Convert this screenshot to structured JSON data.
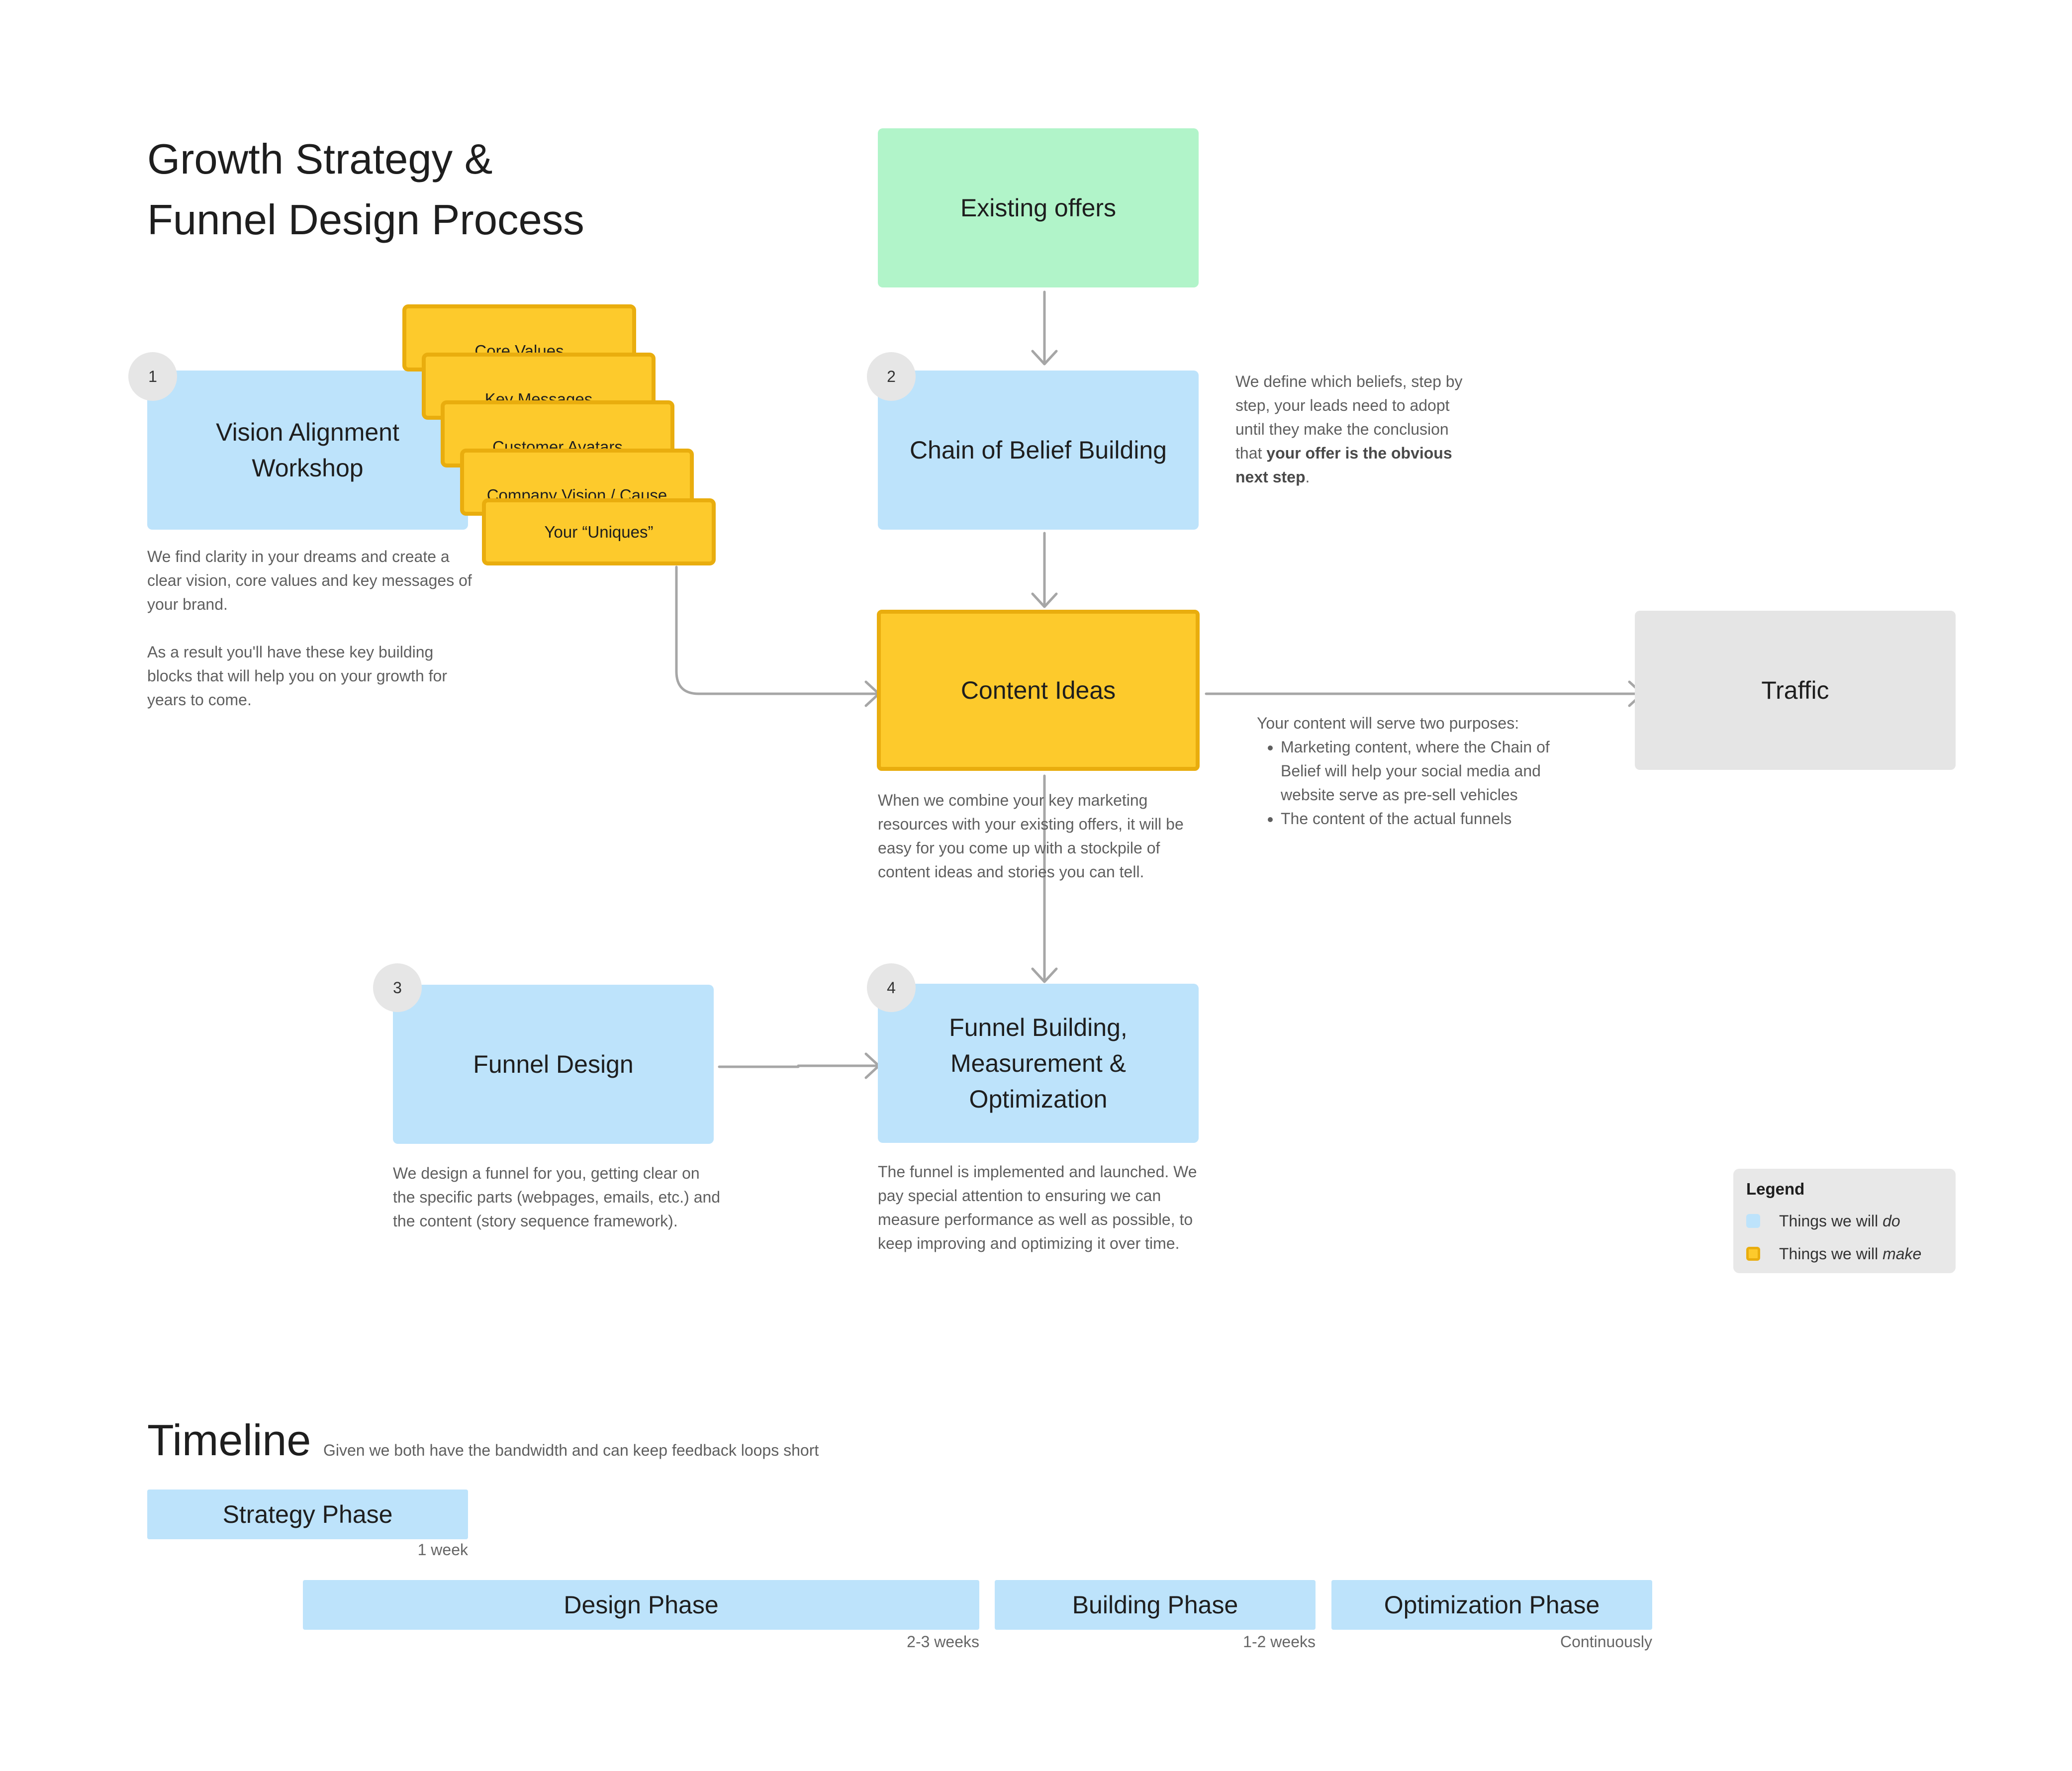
{
  "title": {
    "line1": "Growth Strategy &",
    "line2": "Funnel Design Process"
  },
  "steps": {
    "vision": {
      "number": "1",
      "label_line1": "Vision Alignment",
      "label_line2": "Workshop",
      "desc_p1": "We find clarity in your dreams and create a clear vision, core values and key messages of your brand.",
      "desc_p2": "As a result you'll have these key building blocks that will help you on your growth for years to come."
    },
    "belief": {
      "number": "2",
      "label": "Chain of Belief Building",
      "desc_plain": "We define which beliefs, step by step, your leads need to adopt until they make the conclusion that ",
      "desc_bold": "your offer is the obvious next step",
      "desc_end": "."
    },
    "funnel_design": {
      "number": "3",
      "label": "Funnel Design",
      "desc": "We design a funnel for you, getting clear on the specific parts (webpages, emails, etc.) and the content (story sequence framework)."
    },
    "funnel_building": {
      "number": "4",
      "label_line1": "Funnel Building,",
      "label_line2": "Measurement &",
      "label_line3": "Optimization",
      "desc": "The funnel is implemented and launched. We pay special attention to ensuring we can measure performance as well as possible, to keep improving and optimizing it over time."
    }
  },
  "deliverables": [
    "Core Values",
    "Key Messages",
    "Customer Avatars",
    "Company Vision / Cause",
    "Your “Uniques”"
  ],
  "existing_offers": {
    "label": "Existing offers"
  },
  "content_ideas": {
    "label": "Content Ideas",
    "desc": "When we combine your key marketing resources with your existing offers, it will be easy for you come up with a stockpile of content ideas and stories you can tell."
  },
  "traffic": {
    "label": "Traffic",
    "intro": "Your content will serve two purposes:",
    "bullets": [
      "Marketing content, where the Chain of Belief will help your social media and website serve as pre-sell vehicles",
      "The content of the actual funnels"
    ]
  },
  "legend": {
    "title": "Legend",
    "do_prefix": "Things we will ",
    "do_emph": "do",
    "make_prefix": "Things we will ",
    "make_emph": "make"
  },
  "timeline": {
    "title": "Timeline",
    "subtitle": "Given we both have the bandwidth and can keep feedback loops short",
    "phases": [
      {
        "label": "Strategy Phase",
        "duration": "1 week"
      },
      {
        "label": "Design Phase",
        "duration": "2-3 weeks"
      },
      {
        "label": "Building Phase",
        "duration": "1-2 weeks"
      },
      {
        "label": "Optimization Phase",
        "duration": "Continuously"
      }
    ]
  },
  "colors": {
    "do_blue": "#bde3fb",
    "make_yellow": "#fdca2c",
    "make_border": "#e9ad0e",
    "offers_green": "#b1f4c9",
    "traffic_grey": "#e5e5e5",
    "arrow": "#a6a6a6"
  }
}
